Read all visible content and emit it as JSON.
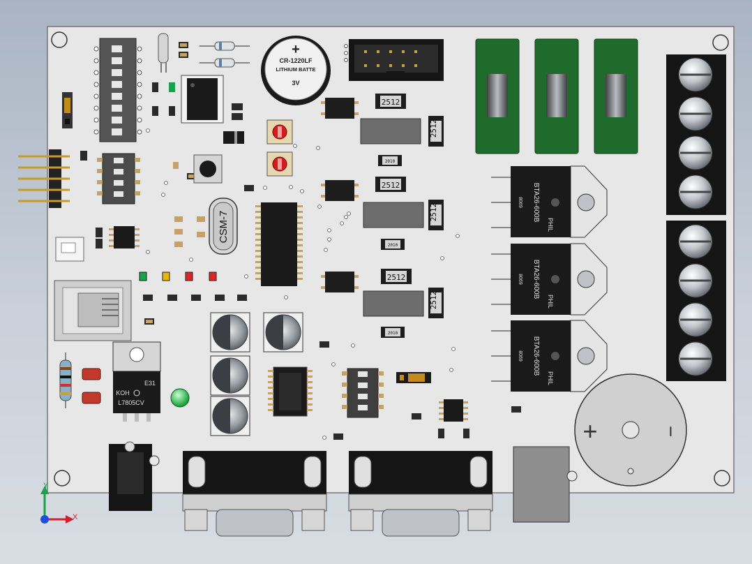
{
  "labels": {
    "battery_model": "CR-1220LF",
    "battery_type": "LITHIUM BATTE",
    "battery_voltage": "3V",
    "crystal": "CSM-7",
    "regulator_brand": "KOH",
    "regulator_code": "E31",
    "regulator_part": "L7805CV",
    "resistor_2512_a": "2512",
    "resistor_2512_b": "2512",
    "resistor_2512_c": "2512",
    "resistor_2512_d": "2512",
    "resistor_2512_e": "2512",
    "resistor_2512_f": "2512",
    "resistor_2010_a": "2010",
    "resistor_2010_b": "2010",
    "resistor_2010_c": "2010",
    "triac_1_part": "BTA26-600B",
    "triac_2_part": "BTA26-600B",
    "triac_3_part": "BTA26-600B",
    "triac_brand": "PHIL",
    "triac_date": "8069",
    "buzzer_plus": "+",
    "buzzer_minus": "−"
  },
  "axes": {
    "x_label": "X",
    "y_label": "Y",
    "colors": {
      "x": "#d0202a",
      "y": "#16a34a",
      "z": "#1d4ed8"
    }
  },
  "colors": {
    "pcb": "#e7e7e7",
    "fuse_green": "#1e6b2c",
    "terminal_black": "#151515",
    "led_green": "#22c55e",
    "led_red": "#dc2626",
    "led_yellow": "#eab308"
  }
}
